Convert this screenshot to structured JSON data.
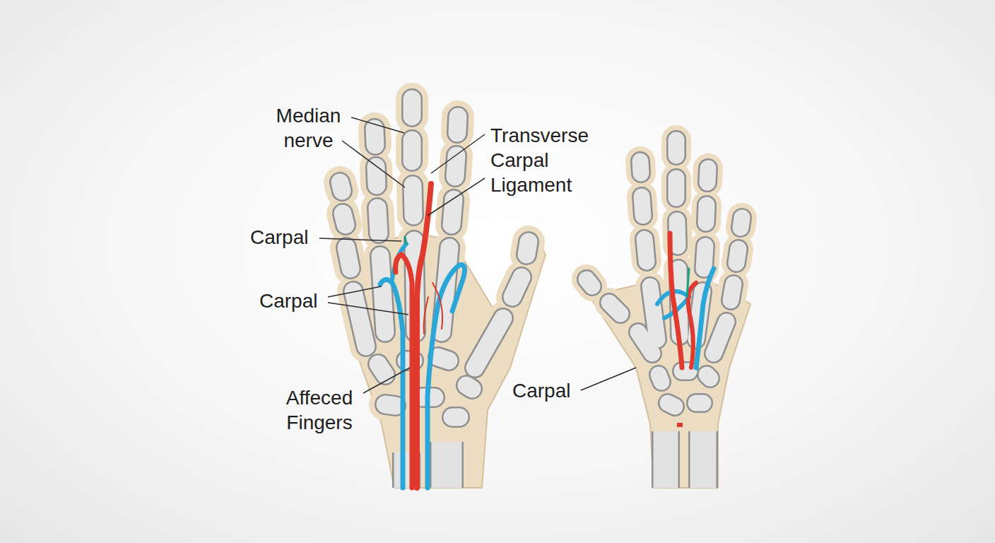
{
  "diagram": {
    "labels": [
      "Median nerve",
      "Transverse Carpal Ligament",
      "Carpal",
      "Carpal",
      "Affeced Fingers",
      "Carpal"
    ]
  }
}
